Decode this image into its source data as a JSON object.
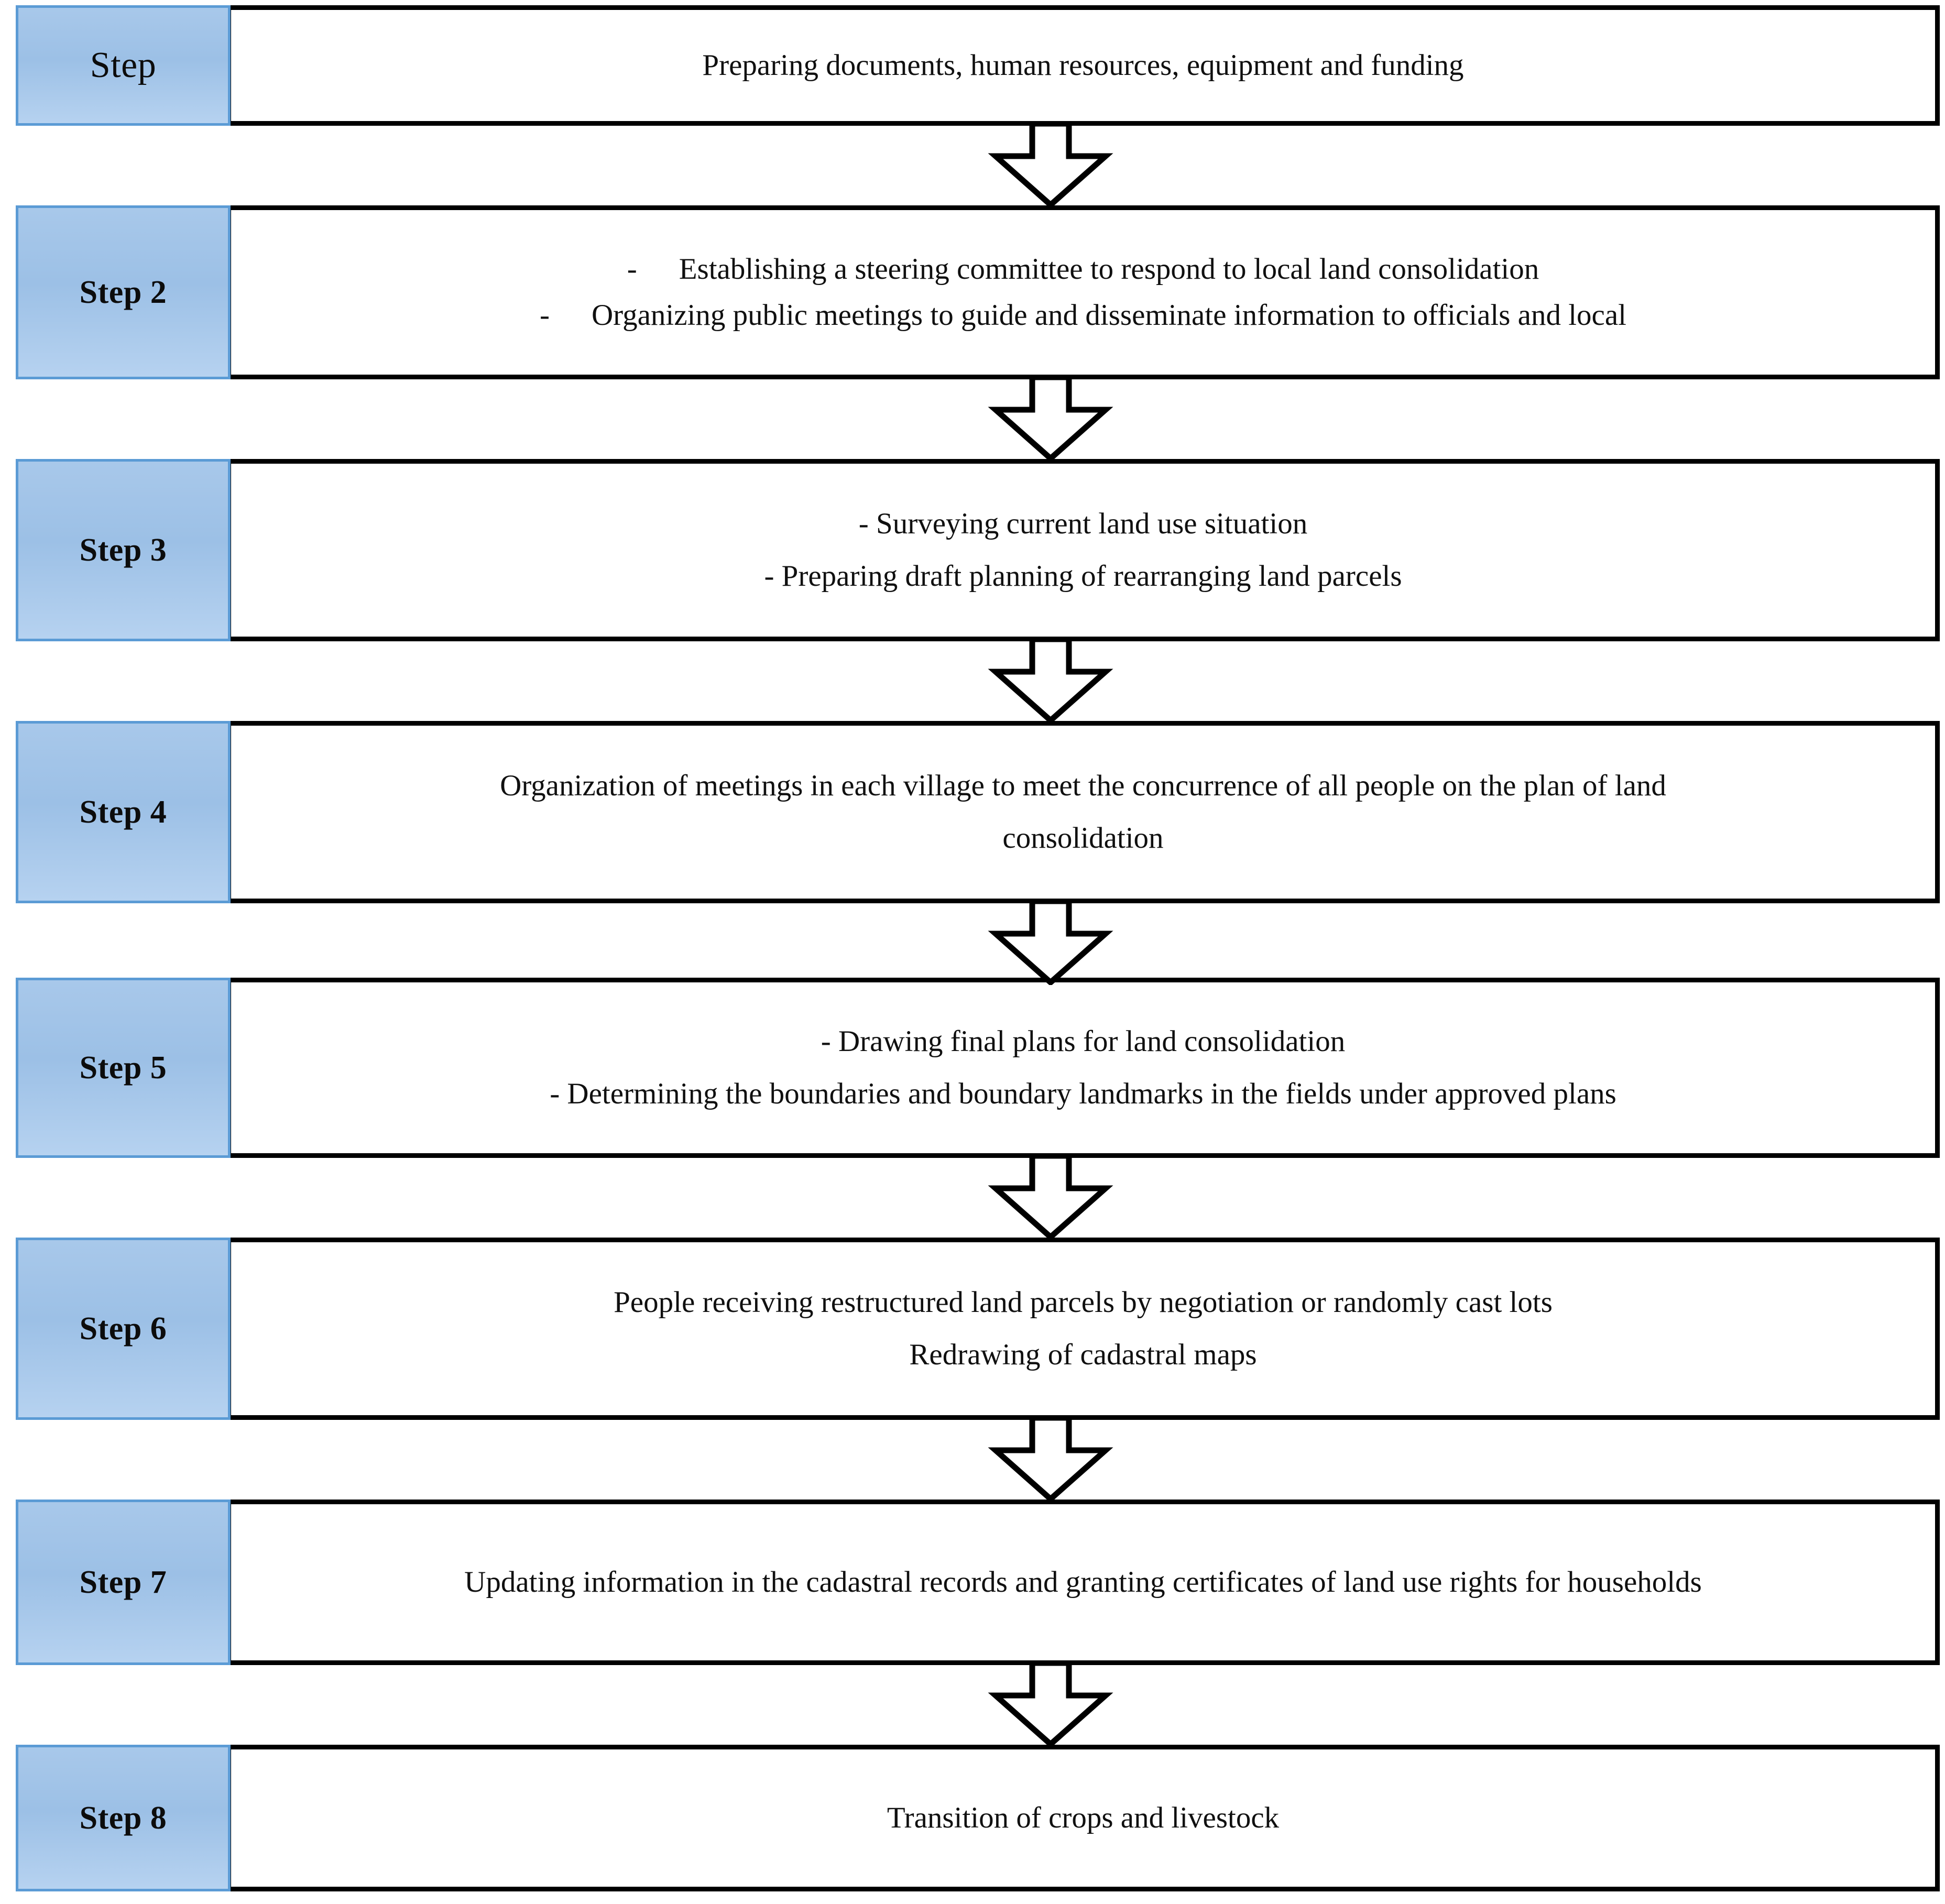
{
  "diagram": {
    "title": "Land consolidation implementation steps flowchart",
    "accent_color": "#5b9bd5",
    "label_fill_color": "#9cc0e6",
    "box_border_color": "#000000",
    "arrow_label": "down-arrow-connector"
  },
  "steps": [
    {
      "label": "Step",
      "lines": [
        {
          "text": "Preparing documents, human resources, equipment and funding",
          "bullet": ""
        }
      ]
    },
    {
      "label": "Step 2",
      "lines": [
        {
          "text": "Establishing a steering committee to respond to local land consolidation",
          "bullet": "-"
        },
        {
          "text": "Organizing public meetings to guide and disseminate information to officials and local",
          "bullet": "-"
        }
      ]
    },
    {
      "label": "Step 3",
      "lines": [
        {
          "text": "- Surveying current land use situation",
          "bullet": ""
        },
        {
          "text": "- Preparing draft planning of rearranging land parcels",
          "bullet": ""
        }
      ]
    },
    {
      "label": "Step 4",
      "lines": [
        {
          "text": "Organization of meetings in each village to meet the concurrence of all people on the plan of land",
          "bullet": ""
        },
        {
          "text": "consolidation",
          "bullet": ""
        }
      ]
    },
    {
      "label": "Step 5",
      "lines": [
        {
          "text": "- Drawing final plans for land consolidation",
          "bullet": ""
        },
        {
          "text": "- Determining the boundaries and boundary landmarks in the fields under approved plans",
          "bullet": ""
        }
      ]
    },
    {
      "label": "Step 6",
      "lines": [
        {
          "text": "People receiving restructured land parcels by negotiation or randomly cast lots",
          "bullet": ""
        },
        {
          "text": "Redrawing of cadastral maps",
          "bullet": ""
        }
      ]
    },
    {
      "label": "Step 7",
      "lines": [
        {
          "text": "Updating information in the cadastral records and granting certificates of land use rights for households",
          "bullet": ""
        }
      ]
    },
    {
      "label": "Step 8",
      "lines": [
        {
          "text": "Transition of crops and livestock",
          "bullet": ""
        }
      ]
    }
  ]
}
